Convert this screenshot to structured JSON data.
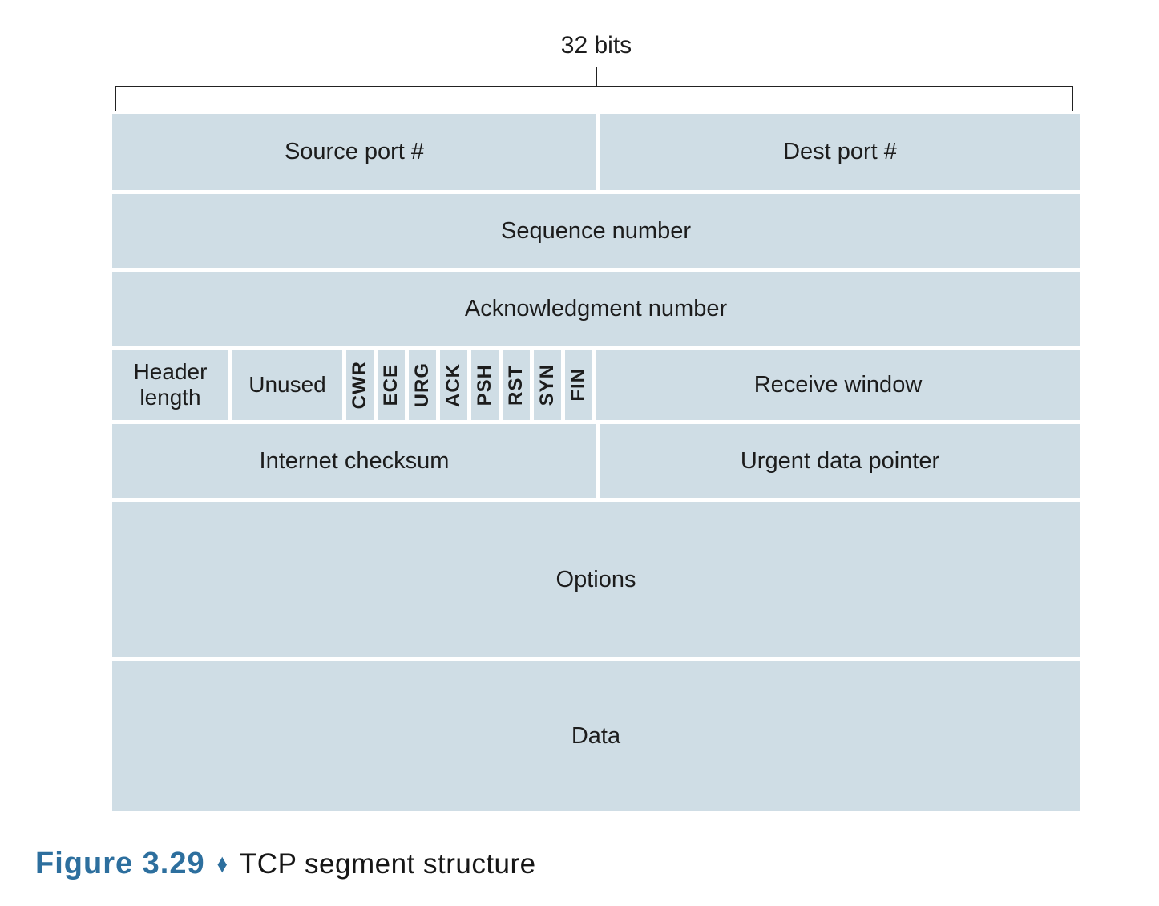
{
  "header": {
    "bits_label": "32 bits"
  },
  "fields": {
    "source_port": "Source port #",
    "dest_port": "Dest port #",
    "sequence_number": "Sequence number",
    "ack_number": "Acknowledgment number",
    "header_length": "Header length",
    "unused": "Unused",
    "flags": [
      "CWR",
      "ECE",
      "URG",
      "ACK",
      "PSH",
      "RST",
      "SYN",
      "FIN"
    ],
    "receive_window": "Receive window",
    "internet_checksum": "Internet checksum",
    "urgent_data_pointer": "Urgent data pointer",
    "options": "Options",
    "data": "Data"
  },
  "caption": {
    "figure": "Figure 3.29",
    "separator": "♦",
    "title": "TCP segment structure"
  },
  "colors": {
    "cell_fill": "#cfdde5",
    "accent_blue": "#2d6f9e",
    "text": "#1c1c1c",
    "line": "#222222"
  }
}
